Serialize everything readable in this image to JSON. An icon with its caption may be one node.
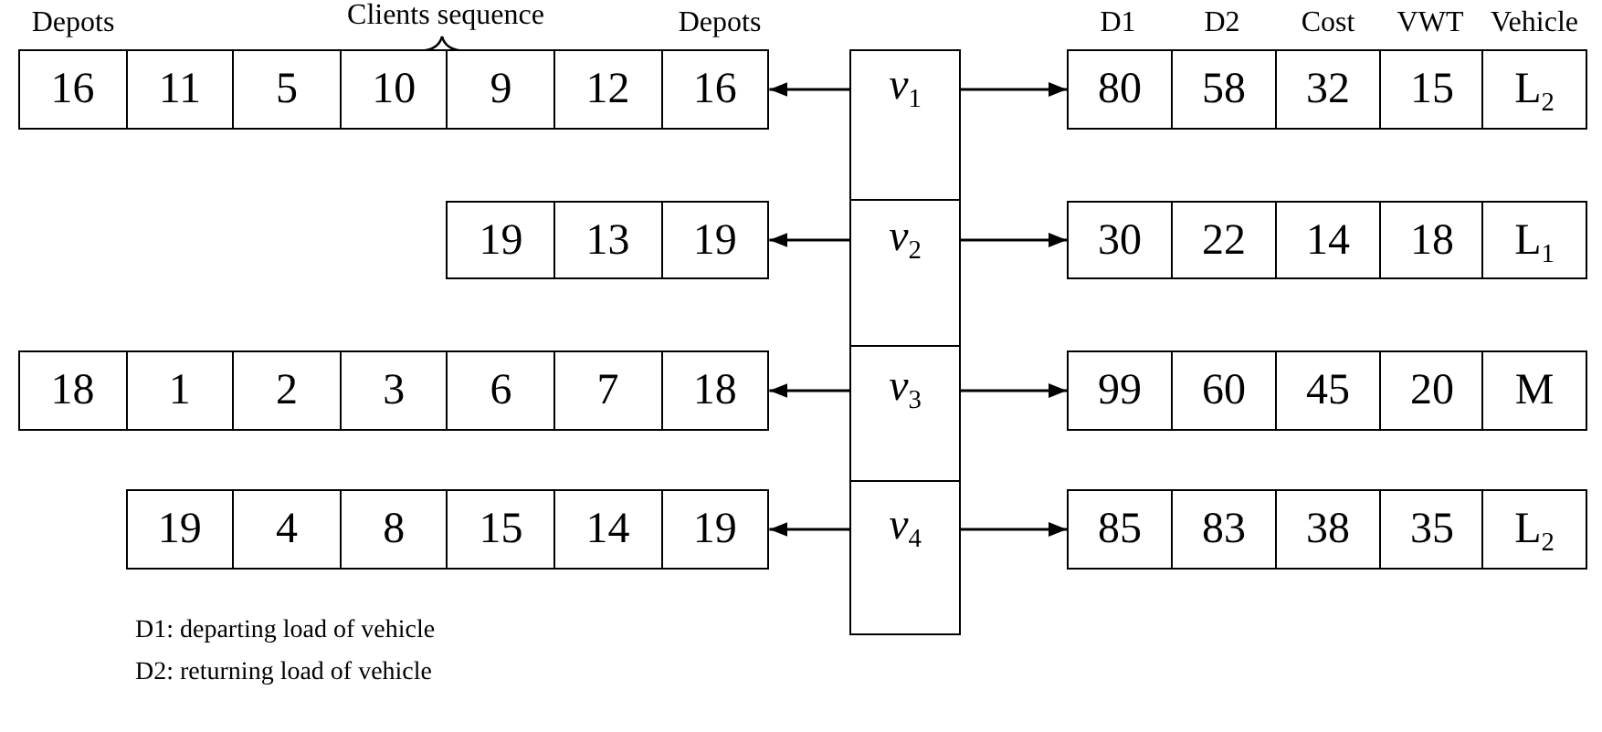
{
  "diagram": {
    "nodes": [
      {
        "text": [
          "16"
        ]
      },
      {
        "text": [
          "11"
        ]
      },
      {
        "text": [
          "5"
        ]
      },
      {
        "text": [
          "10"
        ]
      },
      {
        "text": [
          "9"
        ]
      },
      {
        "text": [
          "12"
        ]
      },
      {
        "text": [
          "16"
        ]
      },
      {
        "text": [
          "*v*$_{1}$"
        ]
      },
      {
        "text": [
          "80"
        ]
      },
      {
        "text": [
          "58"
        ]
      },
      {
        "text": [
          "32"
        ]
      },
      {
        "text": [
          "15"
        ]
      },
      {
        "text": [
          "L$_{2}$"
        ]
      },
      {
        "text": [
          "19"
        ]
      },
      {
        "text": [
          "13"
        ]
      },
      {
        "text": [
          "19"
        ]
      },
      {
        "text": [
          "*v*$_{2}$"
        ]
      },
      {
        "text": [
          "30"
        ]
      },
      {
        "text": [
          "22"
        ]
      },
      {
        "text": [
          "14"
        ]
      },
      {
        "text": [
          "18"
        ]
      },
      {
        "text": [
          "L$_{1}$"
        ]
      },
      {
        "text": [
          "18"
        ]
      },
      {
        "text": [
          "1"
        ]
      },
      {
        "text": [
          "2"
        ]
      },
      {
        "text": [
          "3"
        ]
      },
      {
        "text": [
          "6"
        ]
      },
      {
        "text": [
          "7"
        ]
      },
      {
        "text": [
          "18"
        ]
      },
      {
        "text": [
          "*v*$_{3}$"
        ]
      },
      {
        "text": [
          "99"
        ]
      },
      {
        "text": [
          "60"
        ]
      },
      {
        "text": [
          "45"
        ]
      },
      {
        "text": [
          "20"
        ]
      },
      {
        "text": [
          "M"
        ]
      },
      {
        "text": [
          "19"
        ]
      },
      {
        "text": [
          "4"
        ]
      },
      {
        "text": [
          "8"
        ]
      },
      {
        "text": [
          "15"
        ]
      },
      {
        "text": [
          "14"
        ]
      },
      {
        "text": [
          "19"
        ]
      },
      {
        "text": [
          "*v*$_{4}$"
        ]
      },
      {
        "text": [
          "85"
        ]
      },
      {
        "text": [
          "83"
        ]
      },
      {
        "text": [
          "38"
        ]
      },
      {
        "text": [
          "35"
        ]
      },
      {
        "text": [
          "L$_{2}$"
        ]
      }
    ],
    "edges": [
      {
        "from": 7,
        "to": 6,
        "arrow": "to"
      },
      {
        "from": 7,
        "to": 8,
        "arrow": "to"
      },
      {
        "from": 16,
        "to": 15,
        "arrow": "to"
      },
      {
        "from": 16,
        "to": 17,
        "arrow": "to"
      },
      {
        "from": 29,
        "to": 28,
        "arrow": "to"
      },
      {
        "from": 29,
        "to": 30,
        "arrow": "to"
      },
      {
        "from": 41,
        "to": 40,
        "arrow": "to"
      },
      {
        "from": 41,
        "to": 42,
        "arrow": "to"
      }
    ],
    "labels": [
      "Depots",
      "Clients sequence",
      "Depots",
      "D1",
      "D2",
      "Cost",
      "VWT",
      "Vehicle",
      "D1: departing load of vehicle",
      "D2: returning load of vehicle"
    ]
  }
}
